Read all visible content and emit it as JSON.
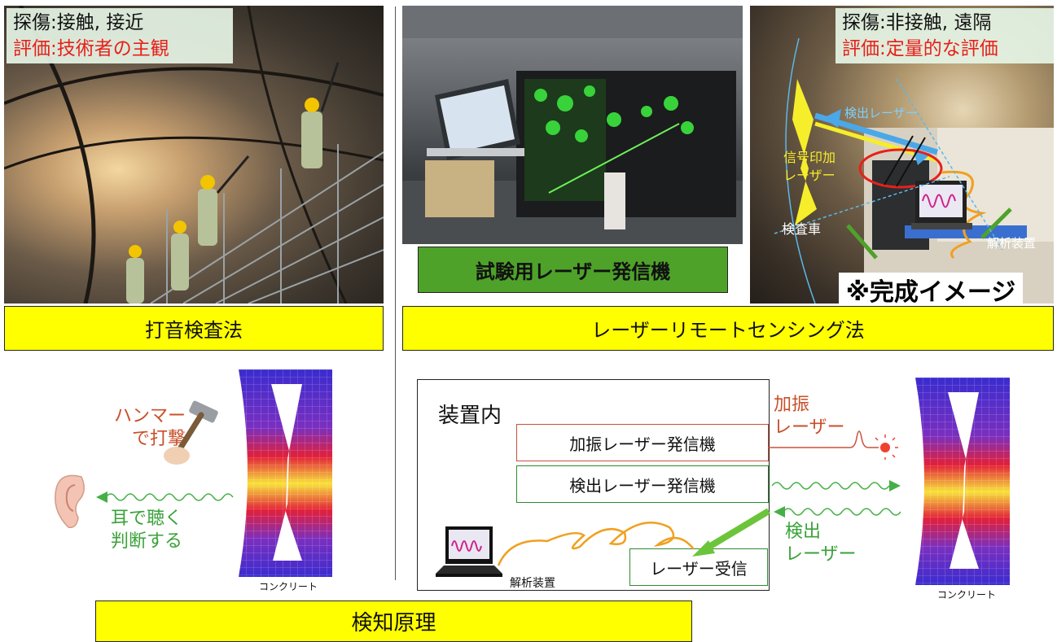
{
  "top_left": {
    "inspection_line": "探傷:接触, 接近",
    "evaluation_line": "評価:技術者の主観",
    "method_label": "打音検査法"
  },
  "top_mid": {
    "equipment_label": "試験用レーザー発信機"
  },
  "top_right": {
    "inspection_line": "探傷:非接触, 遠隔",
    "evaluation_line": "評価:定量的な評価",
    "detection_laser": "検出レーザー",
    "signal_laser_line1": "信号印加",
    "signal_laser_line2": "レーザー",
    "inspection_car": "検査車",
    "analyzer": "解析装置",
    "completion_image": "※完成イメージ"
  },
  "method_right_label": "レーザーリモートセンシング法",
  "bottom_left": {
    "hammer_line1": "ハンマー",
    "hammer_line2": "で打撃",
    "ear_line1": "耳で聴く",
    "ear_line2": "判断する",
    "concrete": "コンクリート"
  },
  "bottom_right": {
    "device_inside": "装置内",
    "excitation_transmitter": "加振レーザー発信機",
    "detection_transmitter": "検出レーザー発信機",
    "laser_receiver": "レーザー受信",
    "analyzer": "解析装置",
    "excitation_line1": "加振",
    "excitation_line2": "レーザー",
    "detection_line1": "検出",
    "detection_line2": "レーザー",
    "concrete": "コンクリート"
  },
  "principle_label": "検知原理",
  "colors": {
    "yellow": "#ffff00",
    "green_label": "#4ea22a",
    "red_text": "#e8201a",
    "orange_text": "#c8502a",
    "green_text": "#3aa23a",
    "blue_arrow": "#4aa8e8",
    "orange_cable": "#f0a020"
  }
}
